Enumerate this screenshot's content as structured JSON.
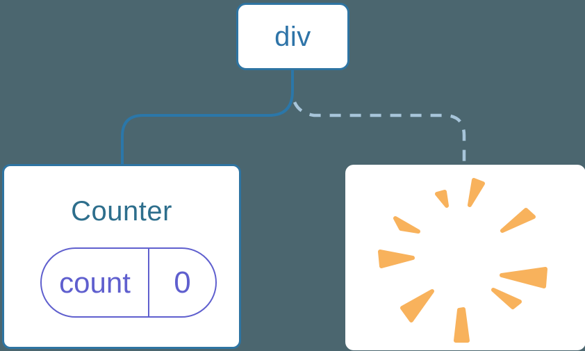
{
  "diagram": {
    "root": {
      "label": "div"
    },
    "left_child": {
      "title": "Counter",
      "connector": "solid",
      "state_pill": {
        "name": "count",
        "value": "0"
      }
    },
    "right_child": {
      "connector": "dashed",
      "icon": "poof-starburst-icon"
    }
  },
  "colors": {
    "bg": "#4B666F",
    "node-bg": "#FFFFFF",
    "node-border": "#2E74A2",
    "root-label": "#2E74A8",
    "component-title": "#2D6E8C",
    "state-purple": "#5F5FCE",
    "line-solid": "#2B77A9",
    "line-dashed": "#A7C5DA",
    "poof-orange": "#F8B25C"
  }
}
